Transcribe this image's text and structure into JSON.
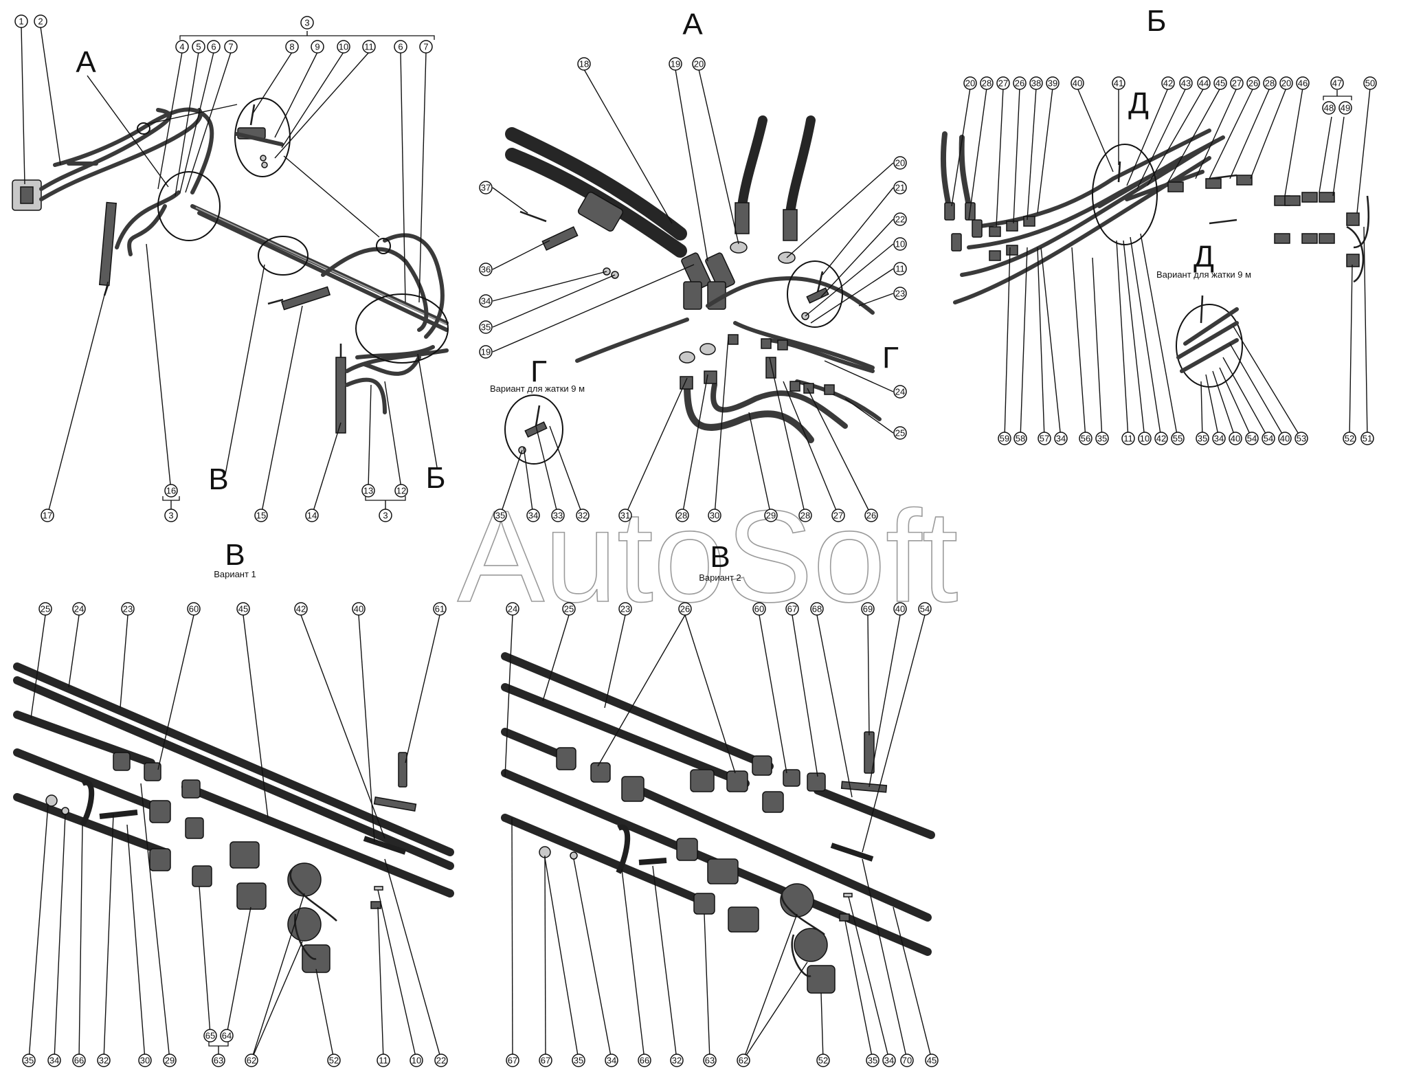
{
  "views": {
    "main_a": "А",
    "main_b": "Б",
    "main_v": "В",
    "top_a": "А",
    "top_b": "Б",
    "g_main": "Г",
    "g_detail": "Г",
    "d_main": "Д",
    "d_detail": "Д",
    "bottom_v1": "В",
    "bottom_v2": "В"
  },
  "notes": {
    "variant_9m_g": "Вариант для жатки 9 м",
    "variant_9m_d": "Вариант для жатки 9 м",
    "variant_1": "Вариант 1",
    "variant_2": "Вариант 2"
  },
  "watermark": "AutoSoft",
  "callouts": {
    "main": [
      "1",
      "2",
      "3",
      "4",
      "5",
      "6",
      "7",
      "8",
      "9",
      "10",
      "11",
      "6",
      "7",
      "17",
      "16",
      "3",
      "15",
      "14",
      "13",
      "12",
      "3"
    ],
    "view_a": [
      "18",
      "19",
      "20",
      "37",
      "36",
      "34",
      "35",
      "19",
      "20",
      "21",
      "22",
      "10",
      "11",
      "23",
      "24",
      "25",
      "35",
      "34",
      "33",
      "32",
      "31",
      "28",
      "30",
      "29",
      "28",
      "27",
      "26"
    ],
    "view_b": [
      "20",
      "28",
      "27",
      "26",
      "38",
      "39",
      "40",
      "41",
      "42",
      "43",
      "44",
      "45",
      "27",
      "26",
      "28",
      "20",
      "46",
      "47",
      "48",
      "49",
      "50",
      "59",
      "58",
      "57",
      "34",
      "56",
      "35",
      "11",
      "10",
      "42",
      "55",
      "35",
      "34",
      "40",
      "54",
      "54",
      "40",
      "53",
      "52",
      "51"
    ],
    "variant1": [
      "25",
      "24",
      "23",
      "60",
      "45",
      "42",
      "40",
      "61",
      "35",
      "34",
      "66",
      "32",
      "30",
      "29",
      "65",
      "64",
      "63",
      "62",
      "52",
      "11",
      "10",
      "22"
    ],
    "variant2": [
      "24",
      "25",
      "23",
      "26",
      "60",
      "67",
      "68",
      "69",
      "40",
      "54",
      "67",
      "67",
      "35",
      "34",
      "66",
      "32",
      "63",
      "62",
      "52",
      "35",
      "34",
      "70",
      "45"
    ]
  }
}
